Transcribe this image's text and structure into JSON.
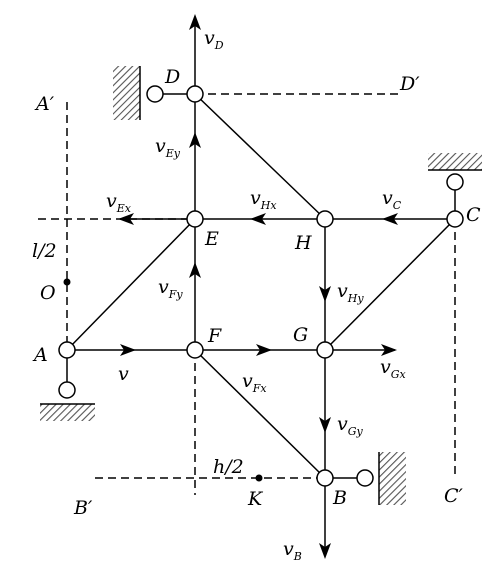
{
  "labels": {
    "A": "A",
    "B": "B",
    "C": "C",
    "D": "D",
    "E": "E",
    "F": "F",
    "G": "G",
    "H": "H",
    "O": "O",
    "K": "K",
    "A_prime": "A′",
    "B_prime": "B′",
    "C_prime": "C′",
    "D_prime": "D′",
    "l_half": "l/2",
    "h_half": "h/2"
  },
  "velocities": {
    "v": "v",
    "vD": {
      "base": "v",
      "sub": "D"
    },
    "vEy": {
      "base": "v",
      "sub": "Ey"
    },
    "vEx": {
      "base": "v",
      "sub": "Ex"
    },
    "vHx": {
      "base": "v",
      "sub": "Hx"
    },
    "vC": {
      "base": "v",
      "sub": "C"
    },
    "vFy": {
      "base": "v",
      "sub": "Fy"
    },
    "vHy": {
      "base": "v",
      "sub": "Hy"
    },
    "vGx": {
      "base": "v",
      "sub": "Gx"
    },
    "vFx": {
      "base": "v",
      "sub": "Fx"
    },
    "vGy": {
      "base": "v",
      "sub": "Gy"
    },
    "vB": {
      "base": "v",
      "sub": "B"
    }
  }
}
